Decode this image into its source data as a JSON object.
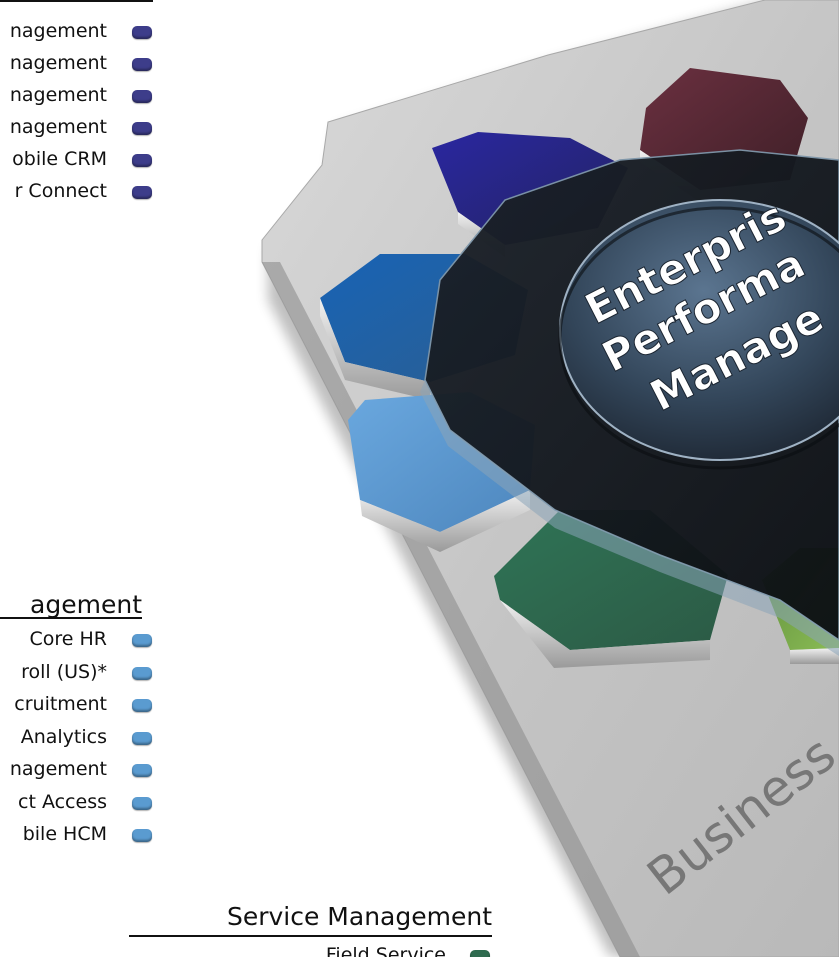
{
  "colors": {
    "crm_swatch": "#3d3d8a",
    "hcm_swatch": "#5a9bd0",
    "service_swatch": "#2f6b4f",
    "platform": "#c9c9c9",
    "center_gear": "#15191f",
    "seg_darkred": "#5e2a35",
    "seg_navy": "#2b2a8c",
    "seg_blue": "#1f6ab0",
    "seg_lightblue": "#5f9fd8",
    "seg_green": "#2f6a50",
    "seg_lime": "#7aa84a"
  },
  "crm": {
    "items": [
      "nagement",
      "nagement",
      "nagement",
      "nagement",
      "obile CRM",
      "r Connect"
    ]
  },
  "hcm": {
    "heading": "agement",
    "items": [
      "Core HR",
      "roll (US)*",
      "cruitment",
      "Analytics",
      "nagement",
      "ct Access",
      "bile HCM"
    ]
  },
  "service": {
    "heading": "Service Management",
    "items": [
      "Field Service"
    ]
  },
  "center": {
    "lines": [
      "Enterpris",
      "Performa",
      "Manage"
    ]
  },
  "platform_label": "Business A"
}
